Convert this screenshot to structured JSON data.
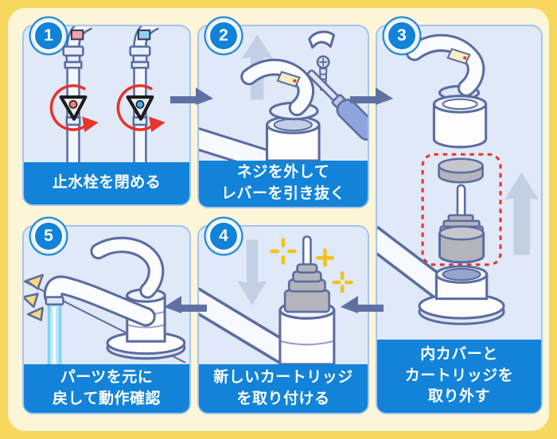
{
  "steps": [
    {
      "number": "1",
      "caption_lines": [
        "止水栓を閉める"
      ]
    },
    {
      "number": "2",
      "caption_lines": [
        "ネジを外して",
        "レバーを引き抜く"
      ]
    },
    {
      "number": "3",
      "caption_lines": [
        "内カバーと",
        "カートリッジを",
        "取り外す"
      ]
    },
    {
      "number": "4",
      "caption_lines": [
        "新しいカートリッジ",
        "を取り付ける"
      ]
    },
    {
      "number": "5",
      "caption_lines": [
        "パーツを元に",
        "戻して動作確認"
      ]
    }
  ],
  "flow_arrows": [
    {
      "from": "1",
      "to": "2",
      "direction": "right"
    },
    {
      "from": "2",
      "to": "3",
      "direction": "right"
    },
    {
      "from": "3",
      "to": "4",
      "direction": "left"
    },
    {
      "from": "4",
      "to": "5",
      "direction": "left"
    }
  ],
  "colors": {
    "frame_yellow": "#f8d75e",
    "background_cream": "#fdf5d8",
    "panel_blue": "#dfe9f8",
    "panel_border": "#a5c4ee",
    "accent_blue": "#1283d8",
    "outline_slate": "#5b6ca0",
    "flow_arrow_slate": "#5f70a3",
    "highlight_red": "#e8332b",
    "part_gray": "#b3b4bc",
    "sparkle_yellow": "#f2c31c",
    "water_blue": "#b5e6f8",
    "hot_tag_pink": "#f4a3a8",
    "cold_tag_blue": "#8fd0f0"
  }
}
